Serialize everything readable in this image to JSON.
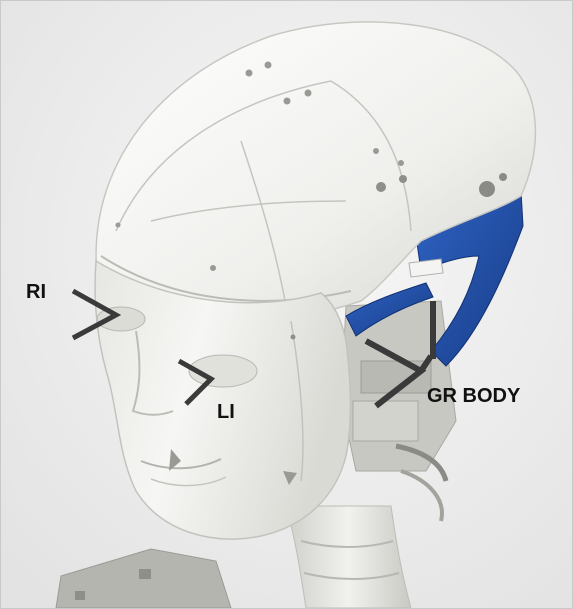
{
  "labels": {
    "right_eye": "RI",
    "left_eye": "LI",
    "gear_body": "GR BODY"
  },
  "colors": {
    "background": "#efefef",
    "head_shell": "#f3f3f1",
    "head_shadow": "#d6d6d2",
    "accent_part": "#1f4ea3",
    "mechanism": "#8a8a86",
    "arrow": "#3a3a3a",
    "label_text": "#111111"
  }
}
